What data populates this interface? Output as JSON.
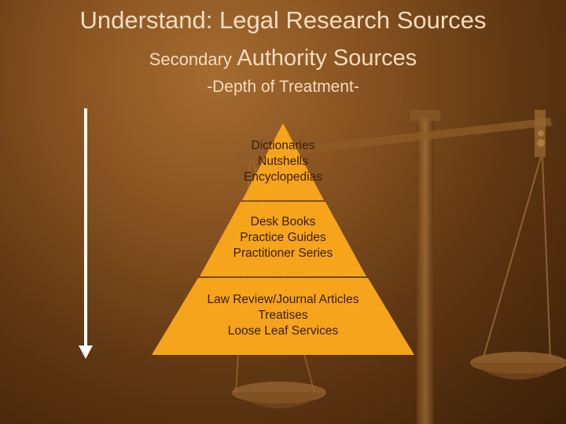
{
  "slide": {
    "title_line1": "Understand: Legal Research Sources",
    "title_line2_word1": "Secondary",
    "title_line2_rest": "Authority Sources",
    "subtitle": "-Depth of Treatment-"
  },
  "pyramid": {
    "tiers": [
      {
        "items": [
          "Dictionaries",
          "Nutshells",
          "Encyclopedias"
        ]
      },
      {
        "items": [
          "Desk Books",
          "Practice Guides",
          "Practitioner Series"
        ]
      },
      {
        "items": [
          "Law Review/Journal Articles",
          "Treatises",
          "Loose Leaf Services"
        ]
      }
    ]
  },
  "colors": {
    "pyramid_fill": "#f5a41c",
    "text_light": "#f3dcc2",
    "arrow": "#ffffff"
  },
  "icons": {
    "background": "scales-of-justice-icon",
    "arrow": "arrow-down-icon"
  }
}
